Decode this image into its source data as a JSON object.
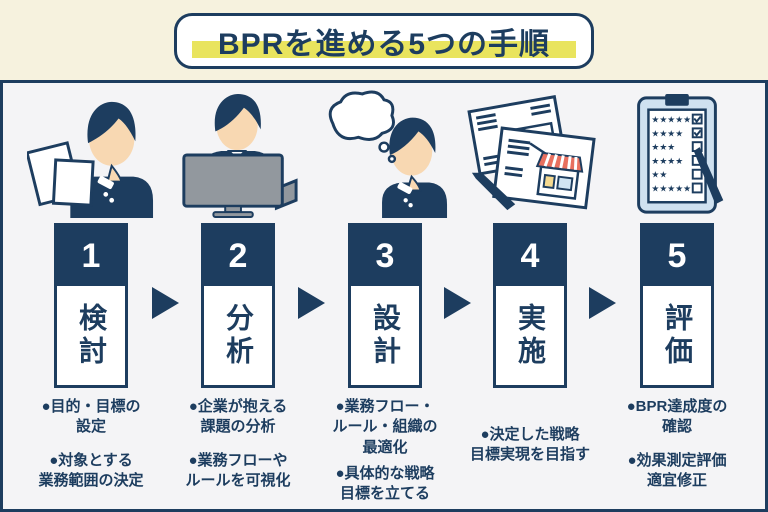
{
  "header": {
    "title": "BPRを進める5つの手順"
  },
  "colors": {
    "navy": "#1d3d5f",
    "cream_header_bg": "#f6f2de",
    "highlight_yellow": "#e9e45e",
    "body_bg": "#f4f4f6",
    "card_bg": "#ffffff",
    "skin": "#f8d8b2",
    "monitor_gray": "#92989e",
    "clipboard_blue": "#cfe1f0",
    "awning_red": "#e8705f",
    "door_yellow": "#f5d98f",
    "window_blue": "#cfe4f2"
  },
  "flow": {
    "arrow_icon": "right-arrow-icon"
  },
  "steps": [
    {
      "number": "1",
      "label": "検討",
      "illustration": "thinking-person-with-documents-illustration",
      "bullets": [
        "●目的・目標の\n設定",
        "●対象とする\n業務範囲の決定"
      ]
    },
    {
      "number": "2",
      "label": "分析",
      "illustration": "person-at-computer-illustration",
      "bullets": [
        "●企業が抱える\n課題の分析",
        "●業務フローや\nルールを可視化"
      ]
    },
    {
      "number": "3",
      "label": "設計",
      "illustration": "person-with-thought-bubble-illustration",
      "bullets": [
        "●業務フロー・\nルール・組織の\n最適化",
        "●具体的な戦略\n目標を立てる"
      ]
    },
    {
      "number": "4",
      "label": "実施",
      "illustration": "strategy-documents-with-pen-illustration",
      "bullets": [
        "●決定した戦略\n目標実現を目指す"
      ]
    },
    {
      "number": "5",
      "label": "評価",
      "illustration": "evaluation-checklist-clipboard-illustration",
      "bullets": [
        "●BPR達成度の\n確認",
        "●効果測定評価\n適宜修正"
      ]
    }
  ]
}
